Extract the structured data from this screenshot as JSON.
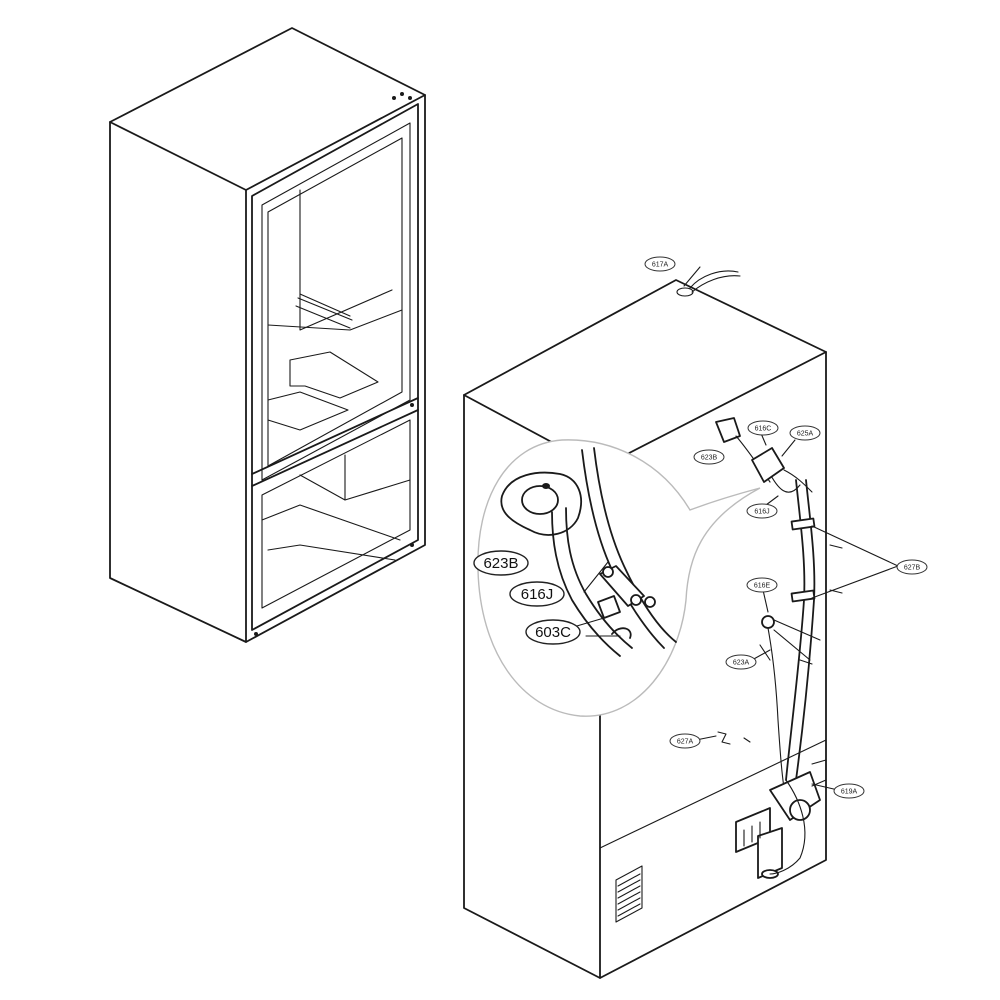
{
  "callouts_small": [
    {
      "id": "617A",
      "text": "617A"
    },
    {
      "id": "623B",
      "text": "623B"
    },
    {
      "id": "616C",
      "text": "616C"
    },
    {
      "id": "625A",
      "text": "625A"
    },
    {
      "id": "616J",
      "text": "616J"
    },
    {
      "id": "627B",
      "text": "627B"
    },
    {
      "id": "616E",
      "text": "616E"
    },
    {
      "id": "623A",
      "text": "623A"
    },
    {
      "id": "627A",
      "text": "627A"
    },
    {
      "id": "619A",
      "text": "619A"
    }
  ],
  "callouts_detail": [
    {
      "id": "623B",
      "text": "623B"
    },
    {
      "id": "616J",
      "text": "616J"
    },
    {
      "id": "603C",
      "text": "603C"
    }
  ]
}
